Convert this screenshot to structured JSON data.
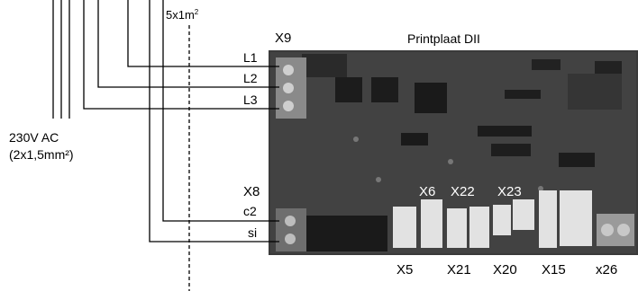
{
  "title": "Printplaat DII",
  "cable_spec": {
    "text": "5x1m",
    "superscript": "2"
  },
  "power": {
    "line1": "230V AC",
    "line2": "(2x1,5mm²)"
  },
  "terminals_top": {
    "name": "X9",
    "pins": [
      "L1",
      "L2",
      "L3"
    ]
  },
  "terminals_mid": {
    "name": "X8",
    "pins": [
      "c2",
      "si"
    ]
  },
  "connectors_upper": [
    "X6",
    "X22",
    "X23"
  ],
  "connectors_lower": [
    "X5",
    "X21",
    "X20",
    "X15",
    "x26"
  ],
  "colors": {
    "line": "#000000",
    "board": "#3a3a3a",
    "board_dark": "#1f1f1f",
    "connector": "#e2e2e2"
  }
}
